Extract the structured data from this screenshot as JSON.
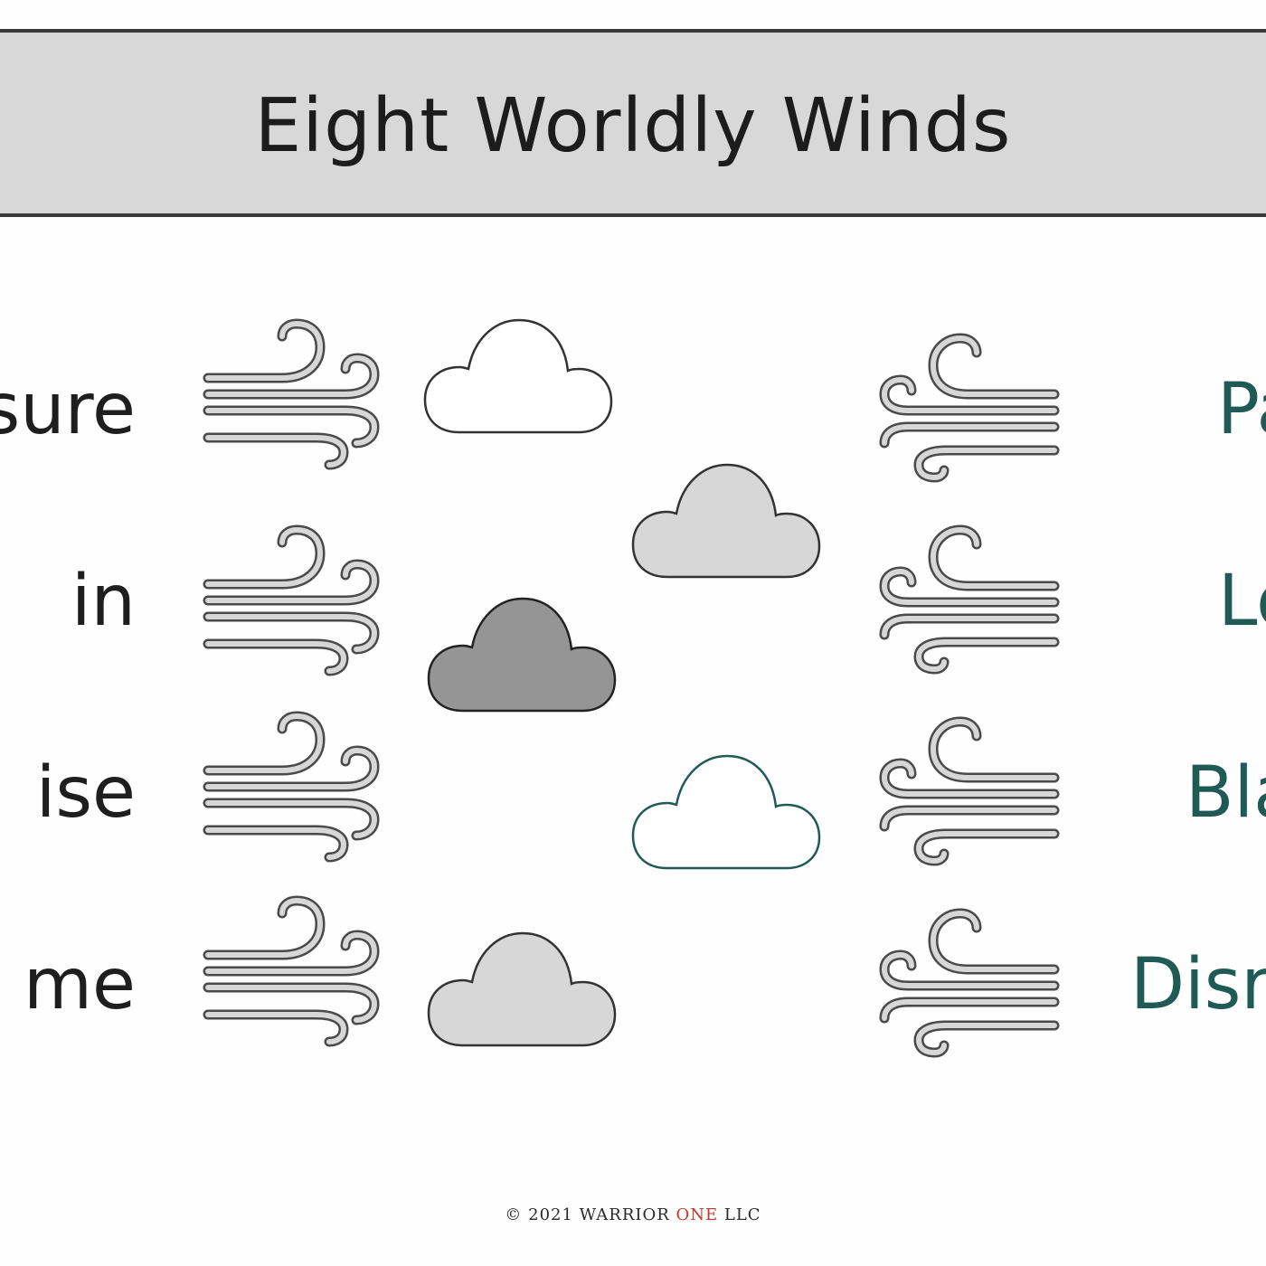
{
  "title": "Eight Worldly Winds",
  "left_labels": [
    "sure",
    "in",
    "ise",
    "me"
  ],
  "right_labels": [
    "Pa",
    "Lo",
    "Bla",
    "Disre"
  ],
  "icons": {
    "wind": "wind-icon",
    "cloud": "cloud-icon"
  },
  "clouds": [
    {
      "fill": "#ffffff",
      "stroke": "#333333"
    },
    {
      "fill": "#d8d7d8",
      "stroke": "#333333"
    },
    {
      "fill": "#959595",
      "stroke": "#222222"
    },
    {
      "fill": "#ffffff",
      "stroke": "#1f5a55"
    },
    {
      "fill": "#d8d7d8",
      "stroke": "#333333"
    }
  ],
  "colors": {
    "band": "#d9d8d9",
    "wind_fill": "#d7d7d7",
    "wind_stroke": "#4a4a4a",
    "right_label": "#1f5a55",
    "copyright_accent": "#c0392b"
  },
  "copyright": {
    "prefix": "© 2021 WARRIOR ",
    "accent": "ONE",
    "suffix": " LLC"
  }
}
